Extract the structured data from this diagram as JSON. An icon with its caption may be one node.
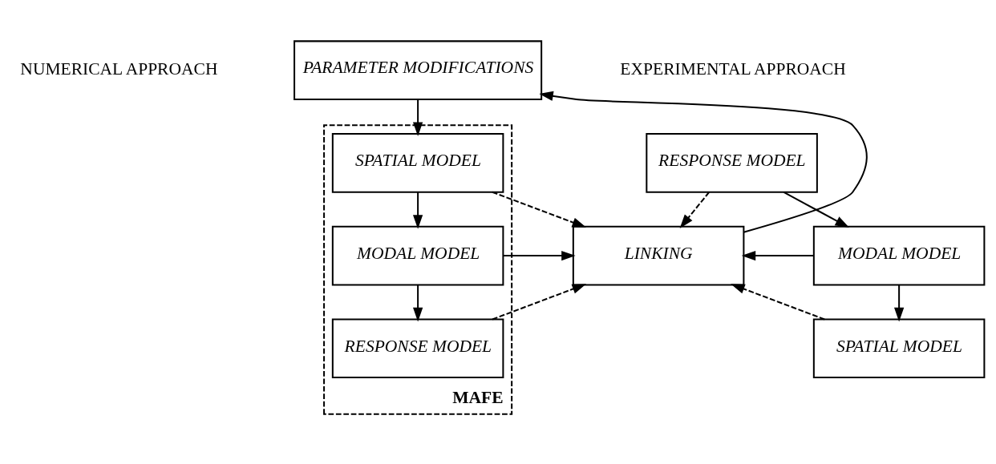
{
  "diagram": {
    "nodes": [
      {
        "text": [
          "MAFE"
        ]
      },
      {
        "text": [
          "SPATIAL MODEL"
        ],
        "in": 0
      },
      {
        "text": [
          "MODAL MODEL"
        ],
        "in": 0
      },
      {
        "text": [
          "RESPONSE MODEL"
        ],
        "in": 0
      },
      {
        "text": [
          "PARAMETER MODIFICATIONS"
        ]
      },
      {
        "text": [
          "LINKING"
        ]
      },
      {
        "text": [
          "RESPONSE MODEL"
        ]
      },
      {
        "text": [
          "MODAL MODEL"
        ]
      },
      {
        "text": [
          "SPATIAL MODEL"
        ]
      }
    ],
    "edges": [
      {
        "from": 4,
        "to": 1,
        "arrow": "to"
      },
      {
        "from": 1,
        "to": 2,
        "arrow": "to"
      },
      {
        "from": 2,
        "to": 3,
        "arrow": "to"
      },
      {
        "from": 1,
        "to": 5,
        "arrow": "to",
        "style": "dashed"
      },
      {
        "from": 2,
        "to": 5,
        "arrow": "to"
      },
      {
        "from": 3,
        "to": 5,
        "arrow": "to",
        "style": "dashed"
      },
      {
        "from": 5,
        "to": 4,
        "arrow": "to"
      },
      {
        "from": 6,
        "to": 5,
        "arrow": "to",
        "style": "dashed"
      },
      {
        "from": 7,
        "to": 5,
        "arrow": "to"
      },
      {
        "from": 8,
        "to": 5,
        "arrow": "to",
        "style": "dashed"
      },
      {
        "from": 6,
        "to": 7,
        "arrow": "to"
      },
      {
        "from": 7,
        "to": 8,
        "arrow": "to"
      }
    ],
    "labels": [
      "NUMERICAL APPROACH",
      "EXPERIMENTAL APPROACH"
    ]
  }
}
